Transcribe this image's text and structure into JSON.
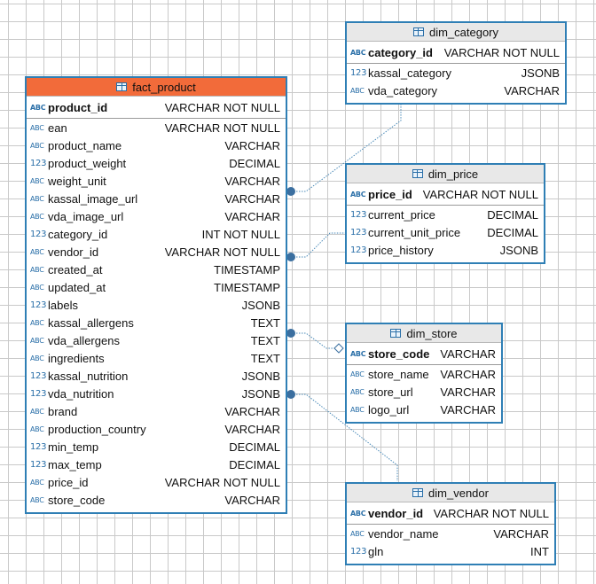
{
  "tables": {
    "fact_product": {
      "title": "fact_product",
      "pk": {
        "name": "product_id",
        "type": "VARCHAR NOT NULL",
        "icon": "ABC"
      },
      "columns": [
        {
          "name": "ean",
          "type": "VARCHAR NOT NULL",
          "icon": "ABC"
        },
        {
          "name": "product_name",
          "type": "VARCHAR",
          "icon": "ABC"
        },
        {
          "name": "product_weight",
          "type": "DECIMAL",
          "icon": "123"
        },
        {
          "name": "weight_unit",
          "type": "VARCHAR",
          "icon": "ABC"
        },
        {
          "name": "kassal_image_url",
          "type": "VARCHAR",
          "icon": "ABC"
        },
        {
          "name": "vda_image_url",
          "type": "VARCHAR",
          "icon": "ABC"
        },
        {
          "name": "category_id",
          "type": "INT NOT NULL",
          "icon": "123"
        },
        {
          "name": "vendor_id",
          "type": "VARCHAR NOT NULL",
          "icon": "ABC"
        },
        {
          "name": "created_at",
          "type": "TIMESTAMP",
          "icon": "ABC"
        },
        {
          "name": "updated_at",
          "type": "TIMESTAMP",
          "icon": "ABC"
        },
        {
          "name": "labels",
          "type": "JSONB",
          "icon": "123"
        },
        {
          "name": "kassal_allergens",
          "type": "TEXT",
          "icon": "ABC"
        },
        {
          "name": "vda_allergens",
          "type": "TEXT",
          "icon": "ABC"
        },
        {
          "name": "ingredients",
          "type": "TEXT",
          "icon": "ABC"
        },
        {
          "name": "kassal_nutrition",
          "type": "JSONB",
          "icon": "123"
        },
        {
          "name": "vda_nutrition",
          "type": "JSONB",
          "icon": "123"
        },
        {
          "name": "brand",
          "type": "VARCHAR",
          "icon": "ABC"
        },
        {
          "name": "production_country",
          "type": "VARCHAR",
          "icon": "ABC"
        },
        {
          "name": "min_temp",
          "type": "DECIMAL",
          "icon": "123"
        },
        {
          "name": "max_temp",
          "type": "DECIMAL",
          "icon": "123"
        },
        {
          "name": "price_id",
          "type": "VARCHAR NOT NULL",
          "icon": "ABC"
        },
        {
          "name": "store_code",
          "type": "VARCHAR",
          "icon": "ABC"
        }
      ]
    },
    "dim_category": {
      "title": "dim_category",
      "pk": {
        "name": "category_id",
        "type": "VARCHAR NOT NULL",
        "icon": "ABC"
      },
      "columns": [
        {
          "name": "kassal_category",
          "type": "JSONB",
          "icon": "123"
        },
        {
          "name": "vda_category",
          "type": "VARCHAR",
          "icon": "ABC"
        }
      ]
    },
    "dim_price": {
      "title": "dim_price",
      "pk": {
        "name": "price_id",
        "type": "VARCHAR NOT NULL",
        "icon": "ABC"
      },
      "columns": [
        {
          "name": "current_price",
          "type": "DECIMAL",
          "icon": "123"
        },
        {
          "name": "current_unit_price",
          "type": "DECIMAL",
          "icon": "123"
        },
        {
          "name": "price_history",
          "type": "JSONB",
          "icon": "123"
        }
      ]
    },
    "dim_store": {
      "title": "dim_store",
      "pk": {
        "name": "store_code",
        "type": "VARCHAR",
        "icon": "ABC"
      },
      "columns": [
        {
          "name": "store_name",
          "type": "VARCHAR",
          "icon": "ABC"
        },
        {
          "name": "store_url",
          "type": "VARCHAR",
          "icon": "ABC"
        },
        {
          "name": "logo_url",
          "type": "VARCHAR",
          "icon": "ABC"
        }
      ]
    },
    "dim_vendor": {
      "title": "dim_vendor",
      "pk": {
        "name": "vendor_id",
        "type": "VARCHAR NOT NULL",
        "icon": "ABC"
      },
      "columns": [
        {
          "name": "vendor_name",
          "type": "VARCHAR",
          "icon": "ABC"
        },
        {
          "name": "gln",
          "type": "INT",
          "icon": "123"
        }
      ]
    }
  },
  "relations": [
    {
      "from": "fact_product",
      "to": "dim_category"
    },
    {
      "from": "fact_product",
      "to": "dim_price"
    },
    {
      "from": "fact_product",
      "to": "dim_store"
    },
    {
      "from": "fact_product",
      "to": "dim_vendor"
    }
  ],
  "colors": {
    "fact_header": "#f26b3a",
    "border": "#2f7fb5",
    "connector": "#2f7fb5"
  }
}
